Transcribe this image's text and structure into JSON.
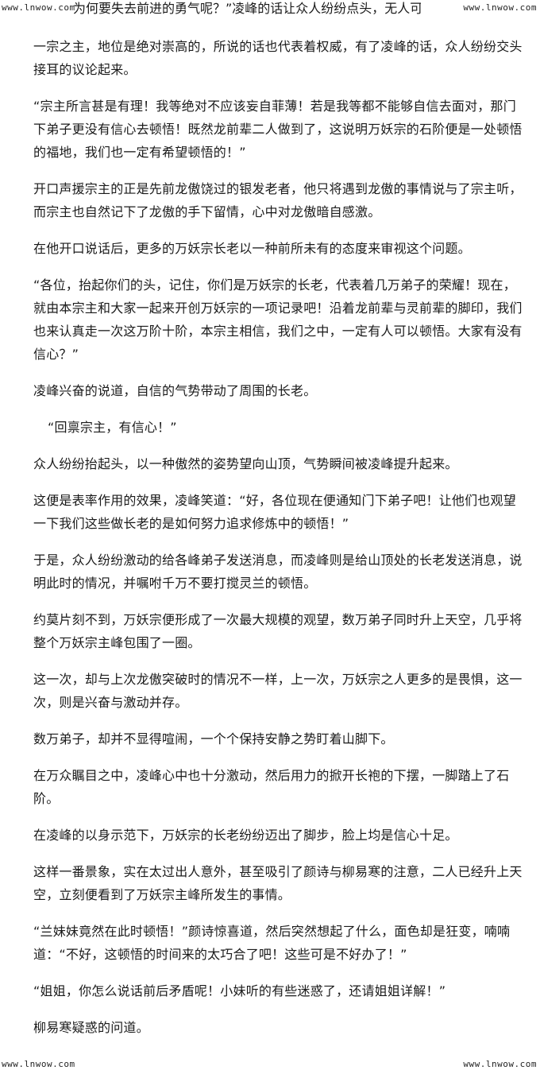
{
  "watermark": {
    "top_left": "www.lnwow.com",
    "top_right": "www.lnwow.com",
    "bottom_left": "www.lnwow.com",
    "bottom_right": "www.lnwow.com"
  },
  "first_line": "为何要失去前进的勇气呢？”凌峰的话让众人纷纷点头，无人可以反驳。",
  "paragraphs": [
    "一宗之主，地位是绝对崇高的，所说的话也代表着权威，有了凌峰的话，众人纷纷交头接耳的议论起来。",
    "“宗主所言甚是有理！我等绝对不应该妄自菲薄！若是我等都不能够自信去面对，那门下弟子更没有信心去顿悟！既然龙前辈二人做到了，这说明万妖宗的石阶便是一处顿悟的福地，我们也一定有希望顿悟的！”",
    "开口声援宗主的正是先前龙傲饶过的银发老者，他只将遇到龙傲的事情说与了宗主听，而宗主也自然记下了龙傲的手下留情，心中对龙傲暗自感激。",
    "在他开口说话后，更多的万妖宗长老以一种前所未有的态度来审视这个问题。",
    "“各位，抬起你们的头，记住，你们是万妖宗的长老，代表着几万弟子的荣耀！现在，就由本宗主和大家一起来开创万妖宗的一项记录吧！沿着龙前辈与灵前辈的脚印，我们也来认真走一次这万阶十阶，本宗主相信，我们之中，一定有人可以顿悟。大家有没有信心？”",
    "凌峰兴奋的说道，自信的气势带动了周围的长老。",
    "“回禀宗主，有信心！”",
    "众人纷纷抬起头，以一种傲然的姿势望向山顶，气势瞬间被凌峰提升起来。",
    "这便是表率作用的效果，凌峰笑道：“好，各位现在便通知门下弟子吧！让他们也观望一下我们这些做长老的是如何努力追求修炼中的顿悟！”",
    "于是，众人纷纷激动的给各峰弟子发送消息，而凌峰则是给山顶处的长老发送消息，说明此时的情况，并嘱咐千万不要打搅灵兰的顿悟。",
    "约莫片刻不到，万妖宗便形成了一次最大规模的观望，数万弟子同时升上天空，几乎将整个万妖宗主峰包围了一圈。",
    "这一次，却与上次龙傲突破时的情况不一样，上一次，万妖宗之人更多的是畏惧，这一次，则是兴奋与激动并存。",
    "数万弟子，却并不显得喧闹，一个个保持安静之势盯着山脚下。",
    "在万众瞩目之中，凌峰心中也十分激动，然后用力的掀开长袍的下摆，一脚踏上了石阶。",
    "在凌峰的以身示范下，万妖宗的长老纷纷迈出了脚步，脸上均是信心十足。",
    "这样一番景象，实在太过出人意外，甚至吸引了颜诗与柳易寒的注意，二人已经升上天空，立刻便看到了万妖宗主峰所发生的事情。",
    "“兰妹妹竟然在此时顿悟！”颜诗惊喜道，然后突然想起了什么，面色却是狂变，喃喃道：“不好，这顿悟的时间来的太巧合了吧！这些可是不好办了！”",
    "“姐姐，你怎么说话前后矛盾呢！小妹听的有些迷惑了，还请姐姐详解！”",
    "柳易寒疑惑的问道。"
  ]
}
